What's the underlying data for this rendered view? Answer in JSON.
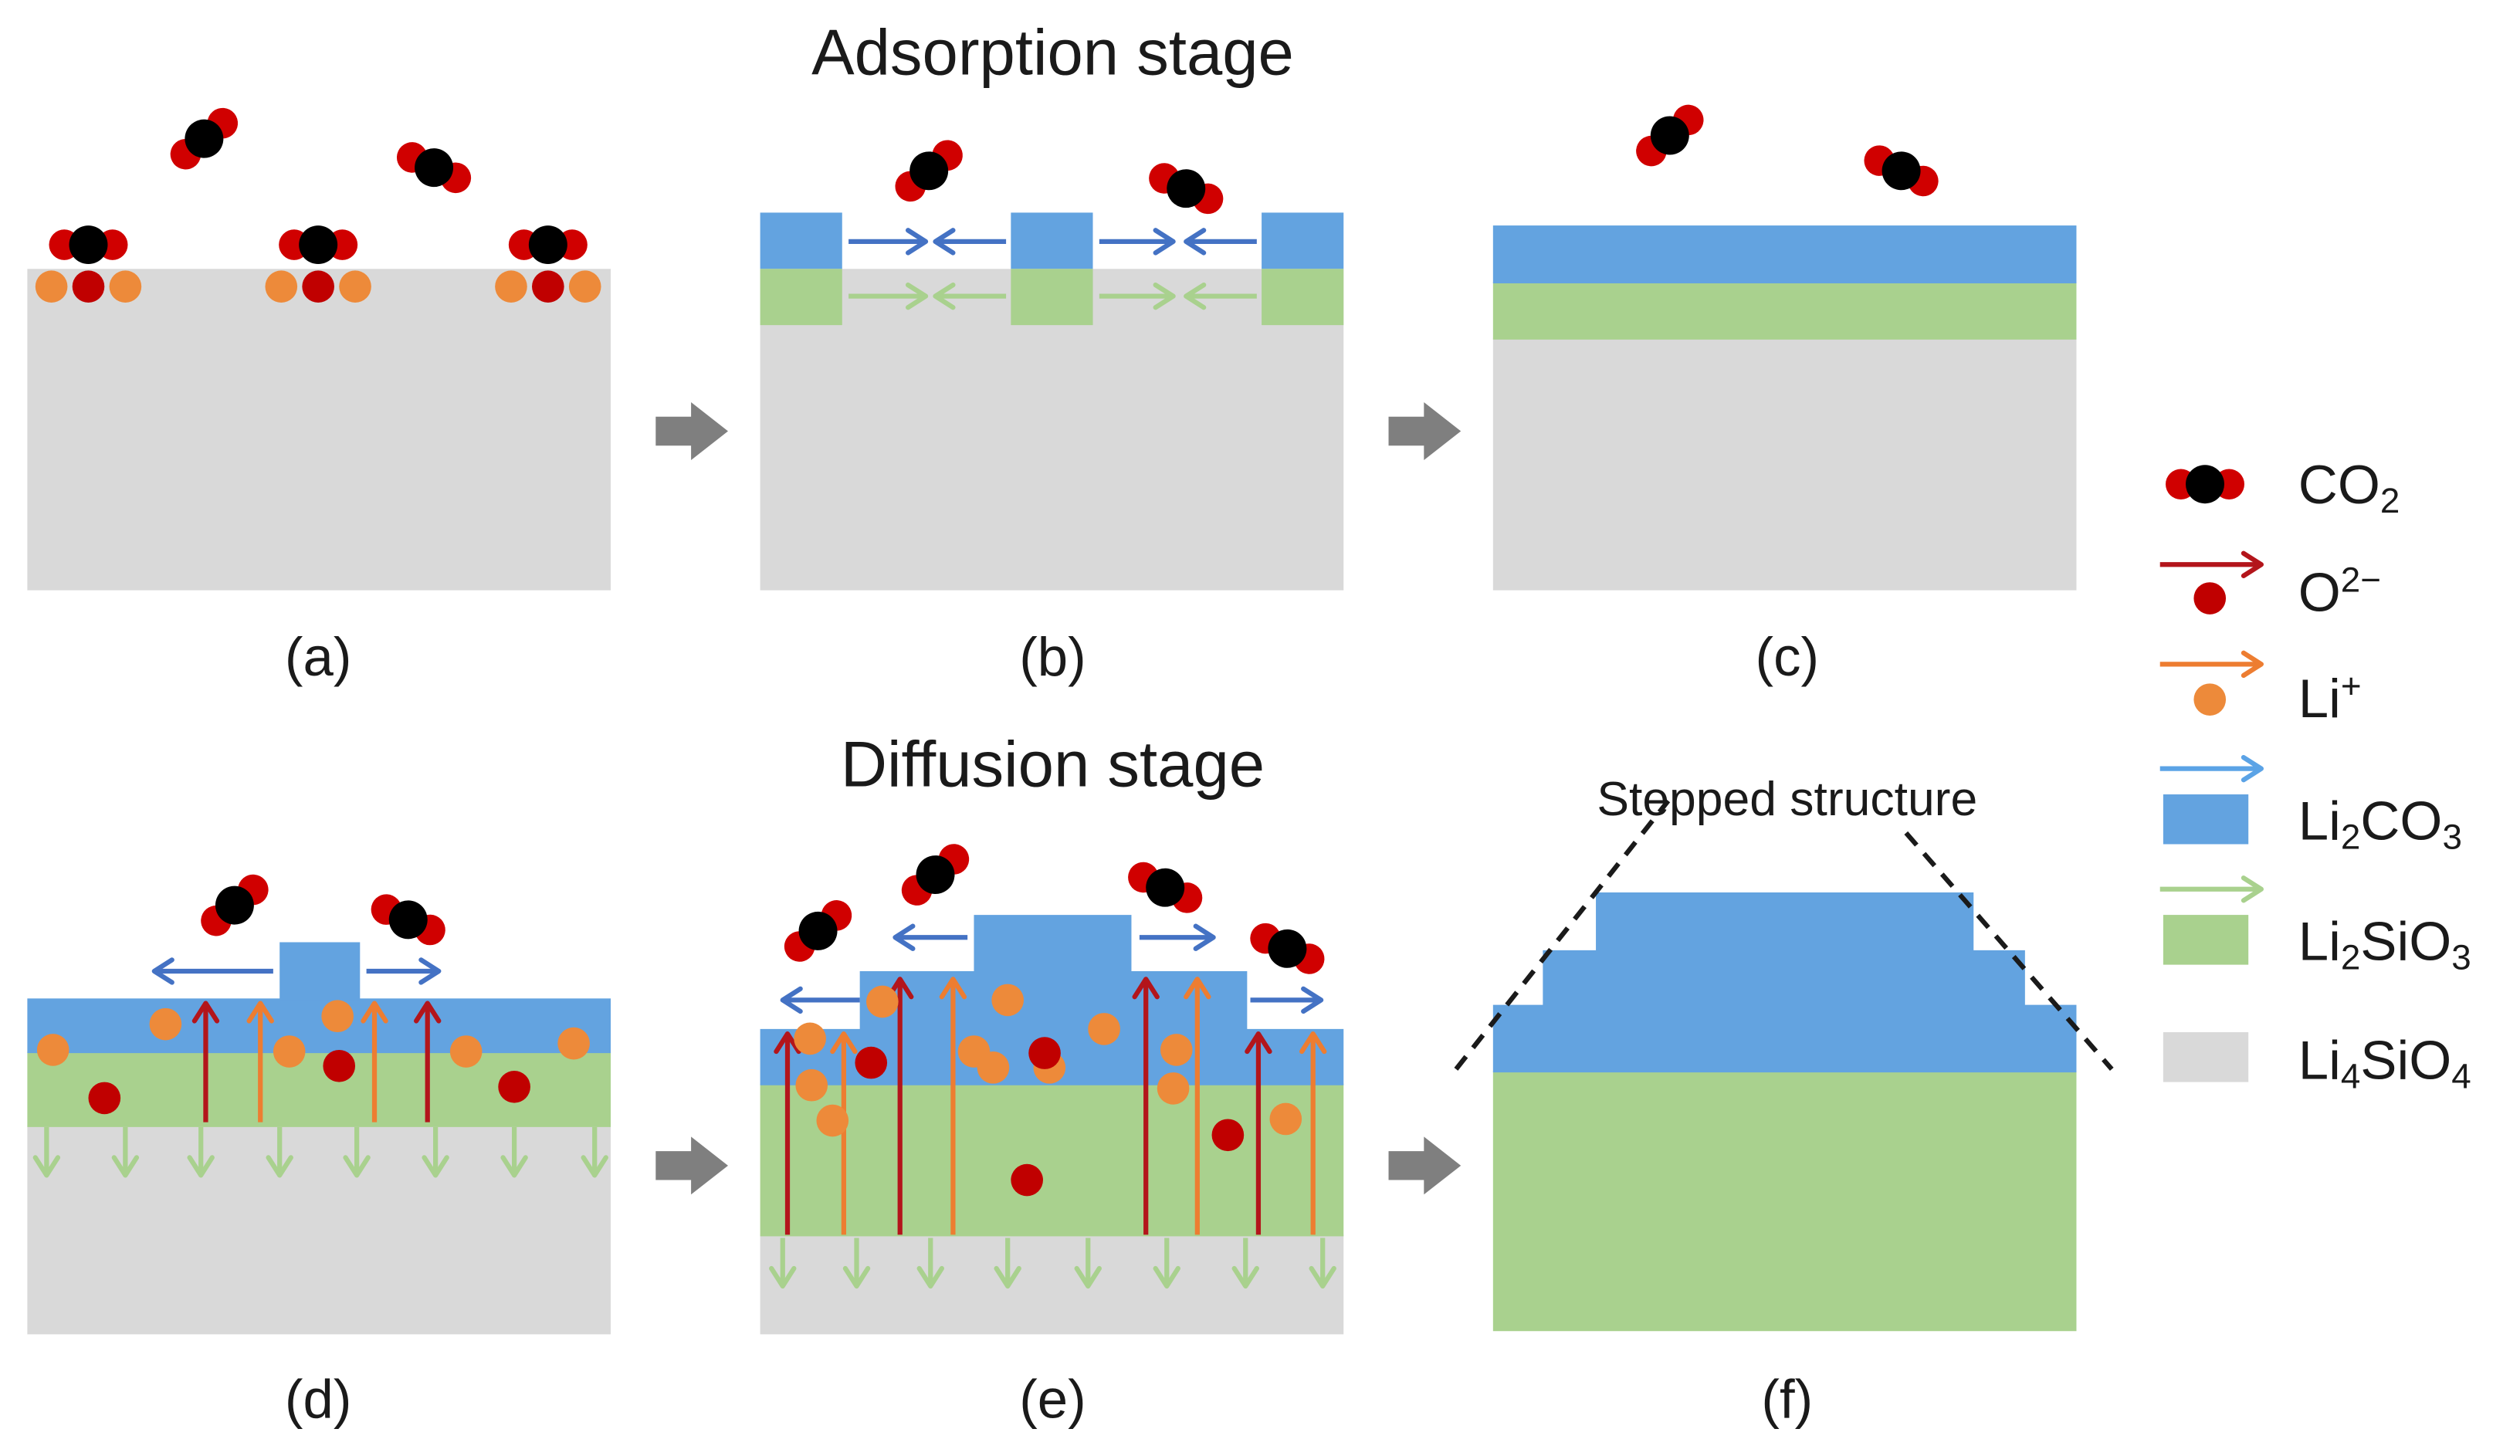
{
  "titles": {
    "adsorption": "Adsorption stage",
    "diffusion": "Diffusion stage"
  },
  "panels": [
    {
      "id": "a",
      "label": "(a)"
    },
    {
      "id": "b",
      "label": "(b)"
    },
    {
      "id": "c",
      "label": "(c)"
    },
    {
      "id": "d",
      "label": "(d)"
    },
    {
      "id": "e",
      "label": "(e)"
    },
    {
      "id": "f",
      "label": "(f)",
      "annotation": "Stepped structure"
    }
  ],
  "legend": [
    {
      "key": "co2",
      "base": "CO",
      "sub": "2"
    },
    {
      "key": "o2",
      "base": "O",
      "sup": "2−"
    },
    {
      "key": "li",
      "base": "Li",
      "sup": "+"
    },
    {
      "key": "li2co3",
      "base": "Li",
      "sub": "2",
      "base2": "CO",
      "sub2": "3"
    },
    {
      "key": "li2sio3",
      "base": "Li",
      "sub": "2",
      "base2": "SiO",
      "sub2": "3"
    },
    {
      "key": "li4sio4",
      "base": "Li",
      "sub": "4",
      "base2": "SiO",
      "sub2": "4"
    }
  ],
  "colors": {
    "li4sio4": "#d9d9d9",
    "li2sio3": "#a9d18e",
    "li2co3": "#63a3e0",
    "o2": "#c00000",
    "li": "#ed8a3a",
    "arrow_o2": "#b3151b",
    "arrow_li": "#ed7d31",
    "arrow_co3": "#4472c4",
    "arrow_li_legend": "#5ba3e6",
    "arrow_sio3": "#a9d18e",
    "carbon": "#000000",
    "oxygen_co2": "#d00000",
    "flow_arrow": "#7f7f7f"
  }
}
